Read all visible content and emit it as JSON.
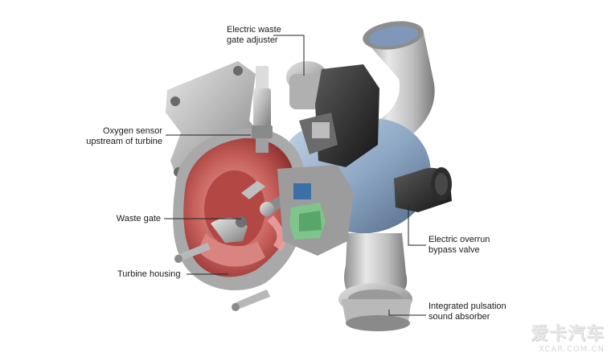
{
  "labels": {
    "wastegate_adjuster": "Electric waste\ngate adjuster",
    "oxygen_sensor": "Oxygen sensor\nupstream of turbine",
    "waste_gate": "Waste gate",
    "turbine_housing": "Turbine housing",
    "overrun_valve": "Electric overrun\nbypass valve",
    "pulsation_absorber": "Integrated pulsation\nsound absorber"
  },
  "watermark": {
    "logo": "爱卡汽车",
    "url": "XCAR.COM.CN"
  }
}
